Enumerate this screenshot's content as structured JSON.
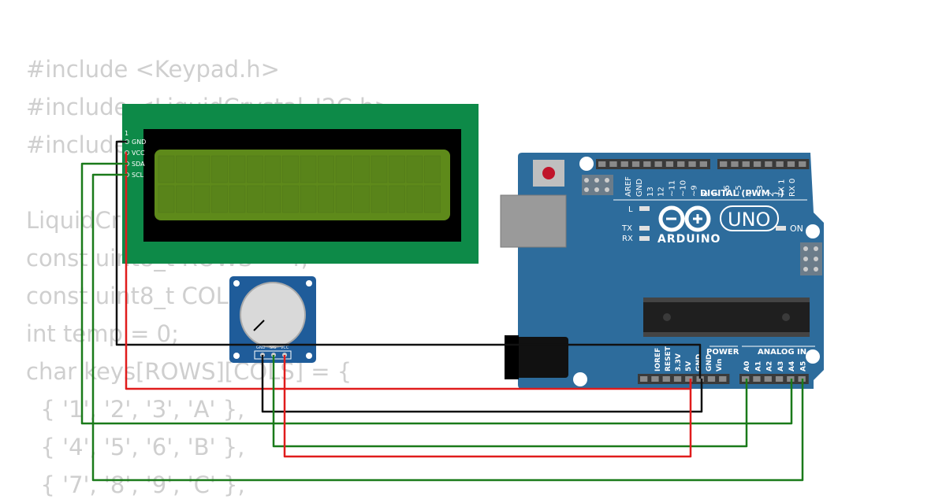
{
  "code_lines": [
    "#include <Keypad.h>",
    "#include <LiquidCrystal_I2C.h>",
    "#include",
    "",
    "LiquidCr",
    "const uint8_t ROWS = 4;",
    "const uint8_t COL",
    "int temp = 0;",
    "char keys[ROWS][COLS] = {",
    "  { '1', '2', '3', 'A' },",
    "  { '4', '5', '6', 'B' },",
    "  { '7', '8', '9', 'C' },"
  ],
  "lcd": {
    "pin_number": "1",
    "pins": [
      "GND",
      "VCC",
      "SDA",
      "SCL"
    ]
  },
  "potentiometer": {
    "pins": [
      "GND",
      "SIG",
      "VCC"
    ]
  },
  "arduino": {
    "brand": "ARDUINO",
    "model": "UNO",
    "digital_label": "DIGITAL (PWM ~)",
    "digital_pins": [
      "AREF",
      "GND",
      "13",
      "12",
      "~11",
      "~10",
      "~9",
      "8",
      "7",
      "~6",
      "~5",
      "4",
      "~3",
      "2",
      "TX 1",
      "RX 0"
    ],
    "led_l": "L",
    "led_tx": "TX",
    "led_rx": "RX",
    "led_on": "ON",
    "power_label": "POWER",
    "power_pins": [
      "IOREF",
      "RESET",
      "3.3V",
      "5V",
      "GND",
      "GND",
      "Vin"
    ],
    "analog_label": "ANALOG IN",
    "analog_pins": [
      "A0",
      "A1",
      "A2",
      "A3",
      "A4",
      "A5"
    ]
  },
  "colors": {
    "code_text": "#cfcfcf",
    "board": "#2d6c9c",
    "lcd_pcb": "#0d8a48",
    "lcd_screen": "#5e8a1a",
    "wire_red": "#e01c1c",
    "wire_black": "#111111",
    "wire_green": "#1a7a1a"
  }
}
